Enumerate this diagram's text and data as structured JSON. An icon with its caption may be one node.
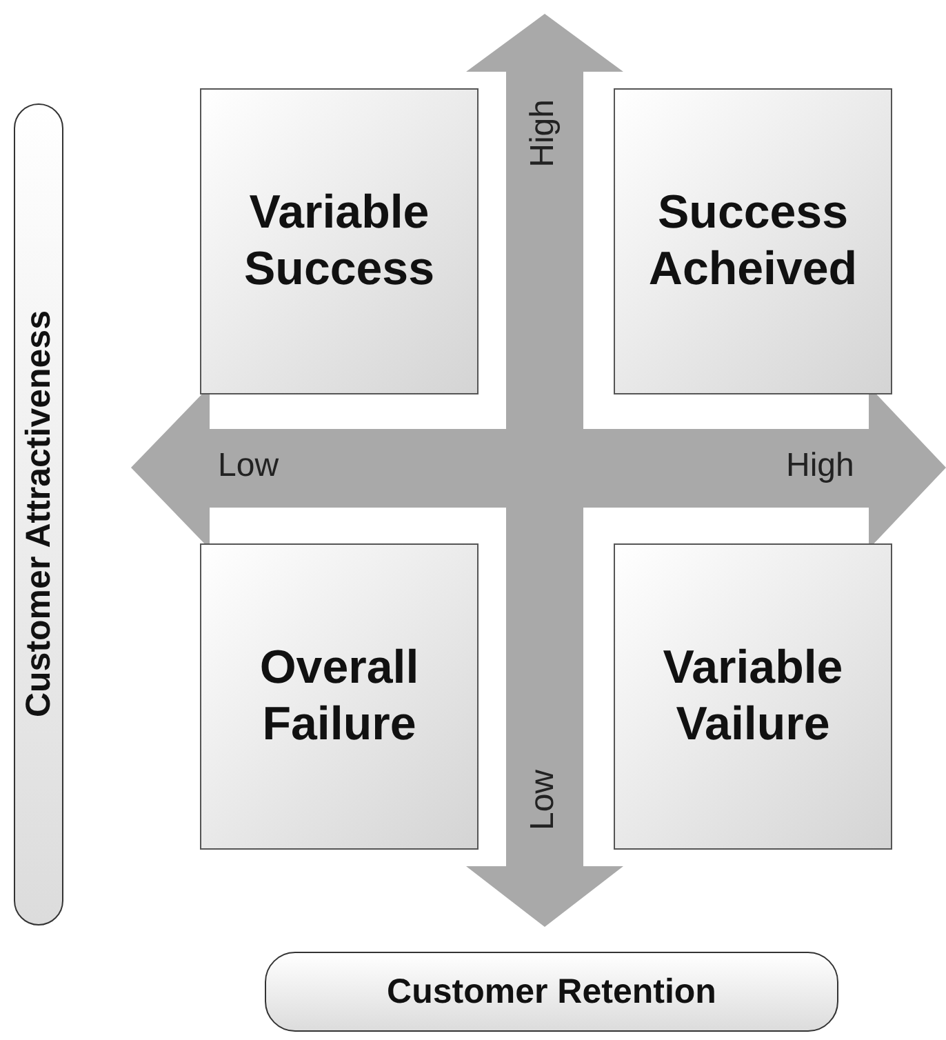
{
  "diagram": {
    "nodes": [
      {
        "text": [
          "Variable Success"
        ]
      },
      {
        "text": [
          "Success Acheived"
        ]
      },
      {
        "text": [
          "Overall Failure"
        ]
      },
      {
        "text": [
          "Variable Vailure"
        ]
      },
      {
        "text": [
          "Customer Attractiveness"
        ]
      },
      {
        "text": [
          "Customer Retention"
        ]
      }
    ],
    "labels": [
      "High",
      "Low",
      "High",
      "Low"
    ]
  }
}
